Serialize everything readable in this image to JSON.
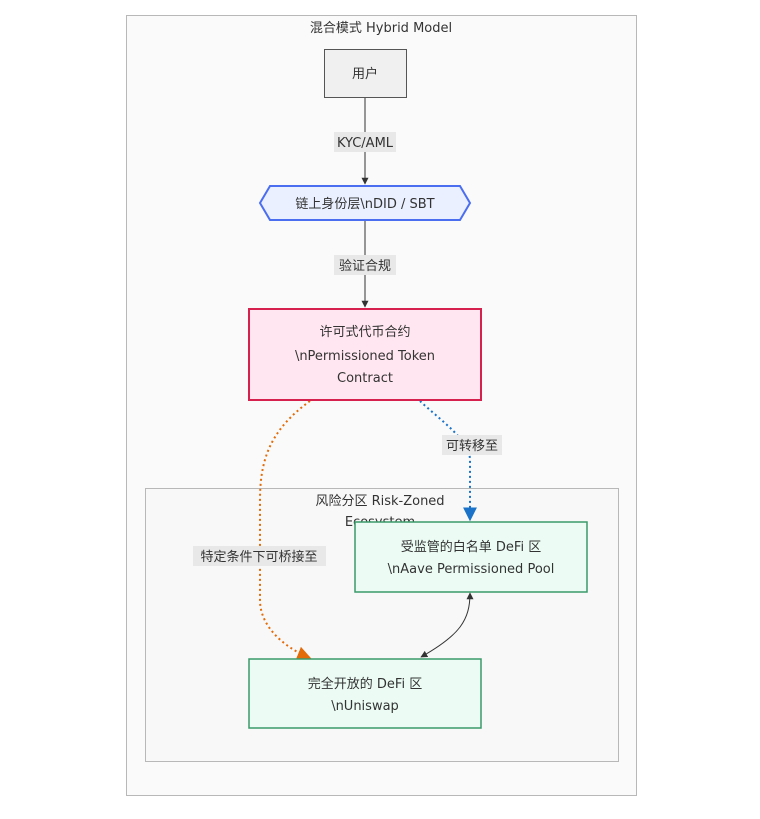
{
  "outer_cluster": {
    "title": "混合模式 Hybrid Model"
  },
  "inner_cluster": {
    "title_line1": "风险分区 Risk-Zoned",
    "title_line2": "Ecosystem"
  },
  "nodes": {
    "user": {
      "label": "用户"
    },
    "identity": {
      "label": "链上身份层\\nDID / SBT"
    },
    "token": {
      "line1": "许可式代币合约",
      "line2": "\\nPermissioned Token",
      "line3": "Contract"
    },
    "aave": {
      "line1": "受监管的白名单 DeFi 区",
      "line2": "\\nAave Permissioned Pool"
    },
    "uniswap": {
      "line1": "完全开放的 DeFi 区",
      "line2": "\\nUniswap"
    }
  },
  "edges": {
    "kyc": "KYC/AML",
    "verify": "验证合规",
    "transfer": "可转移至",
    "bridge": "特定条件下可桥接至"
  },
  "colors": {
    "orange_edge": "#e36c09",
    "blue_edge": "#1a73c8",
    "token_fill": "#ffe6f0",
    "token_stroke": "#d6204e",
    "defi_fill": "#ecfcf5",
    "defi_stroke": "#3a9a6a",
    "identity_fill": "#eaf0ff",
    "identity_stroke": "#4b6ef0"
  }
}
